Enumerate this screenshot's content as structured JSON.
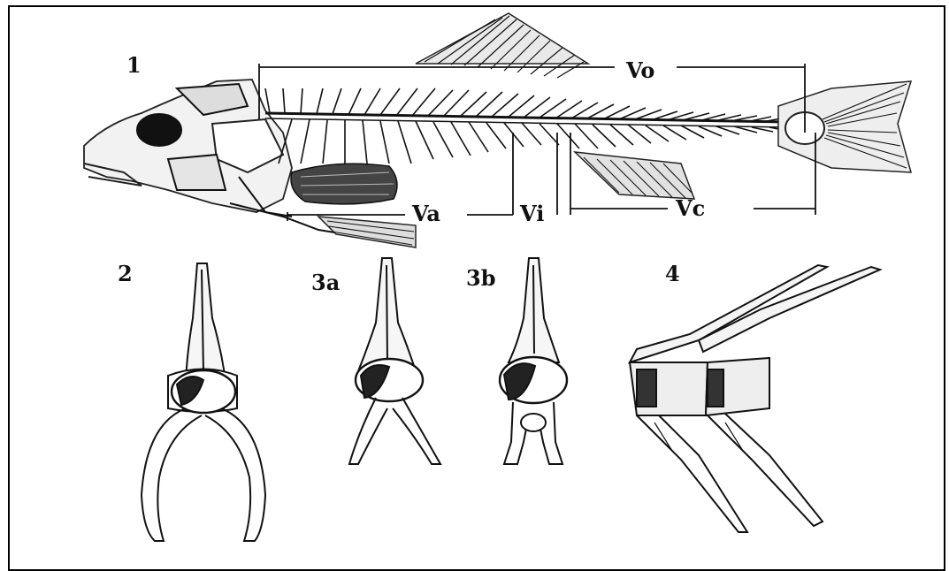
{
  "figure": {
    "panel_labels": [
      "1",
      "2",
      "3a",
      "3b",
      "4"
    ],
    "region_labels": {
      "total": "Vo",
      "abdominal": "Va",
      "intermediate": "Vi",
      "caudal": "Vc"
    }
  },
  "colors": {
    "ink": "#111111",
    "paper": "#ffffff",
    "shade": "#555555"
  }
}
